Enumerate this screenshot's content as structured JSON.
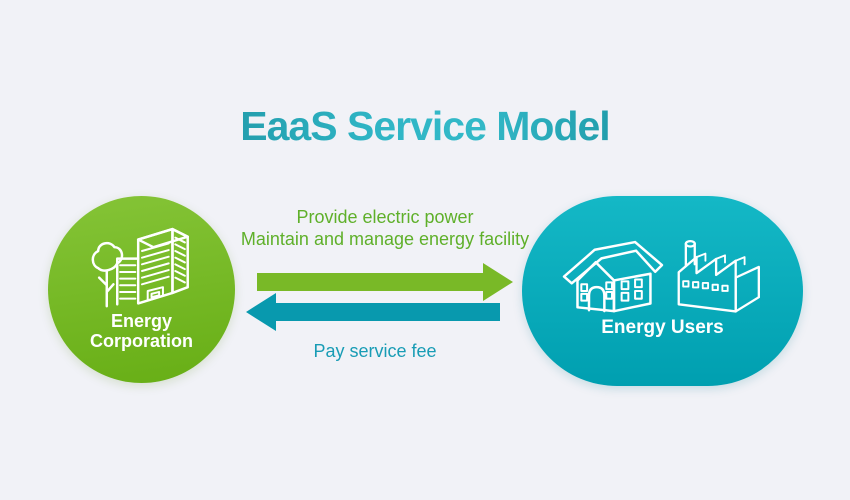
{
  "title": "EaaS Service Model",
  "left_node": {
    "line1": "Energy",
    "line2": "Corporation",
    "icon": "office-building-with-tree-icon"
  },
  "right_node": {
    "label": "Energy Users",
    "icons": [
      "house-icon",
      "factory-icon"
    ]
  },
  "flows": {
    "provide_line1": "Provide electric power",
    "provide_line2": "Maintain and manage energy facility",
    "pay": "Pay service fee"
  },
  "colors": {
    "background": "#f1f2f7",
    "title_teal": "#1b98a8",
    "green_text": "#5fb02a",
    "teal_text": "#189cb5",
    "green_arrow": "#79b927",
    "teal_arrow": "#0899ae",
    "circle_green_top": "#85c437",
    "circle_green_bottom": "#67ae15",
    "pill_teal_top": "#14b8c6",
    "pill_teal_bottom": "#009fb0"
  }
}
